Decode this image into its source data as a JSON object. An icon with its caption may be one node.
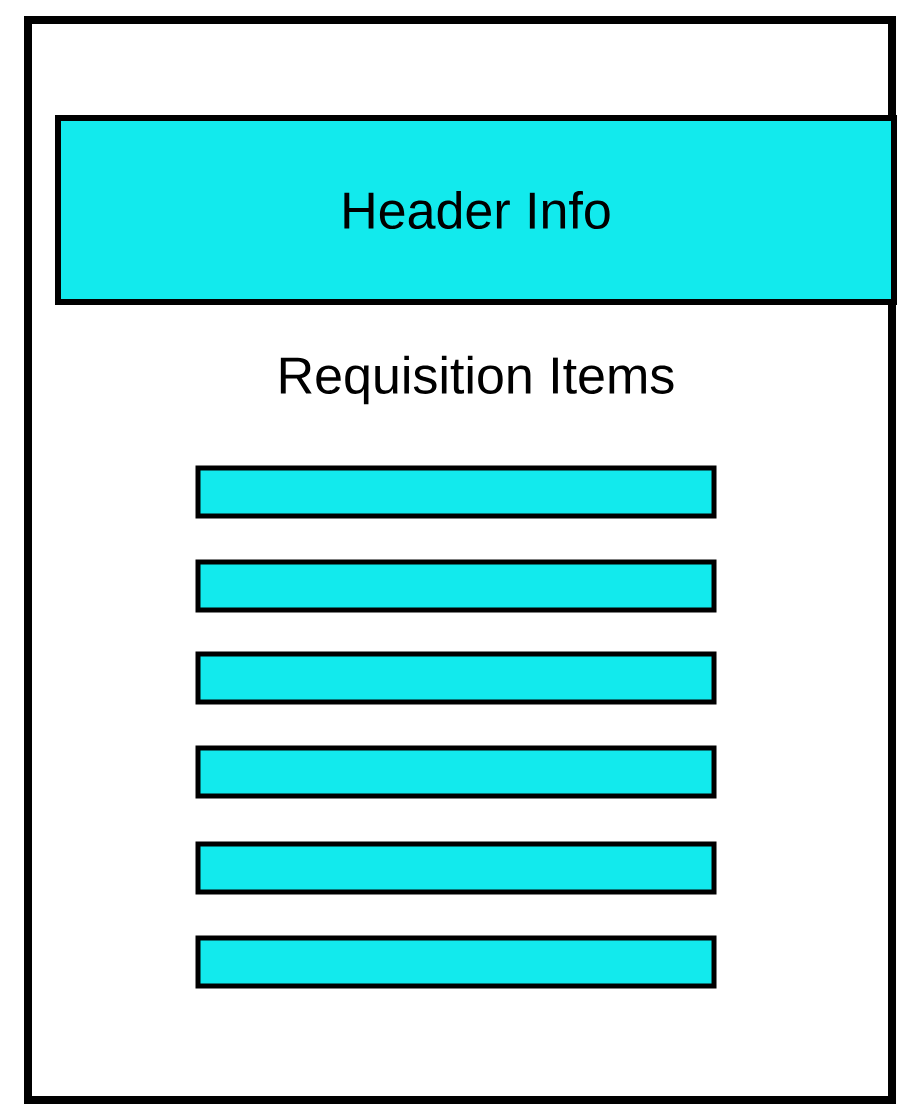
{
  "diagram": {
    "nodes": [
      {
        "text": [],
        "shape": "box"
      },
      {
        "text": [
          "Header Info"
        ],
        "in": 0
      },
      {
        "text": [],
        "shape": "bar",
        "in": 0
      },
      {
        "text": [],
        "shape": "bar",
        "in": 0
      },
      {
        "text": [],
        "shape": "bar",
        "in": 0
      },
      {
        "text": [],
        "shape": "bar",
        "in": 0
      },
      {
        "text": [],
        "shape": "bar",
        "in": 0
      },
      {
        "text": [],
        "shape": "bar",
        "in": 0
      }
    ],
    "labels": [
      "Requisition Items"
    ]
  }
}
